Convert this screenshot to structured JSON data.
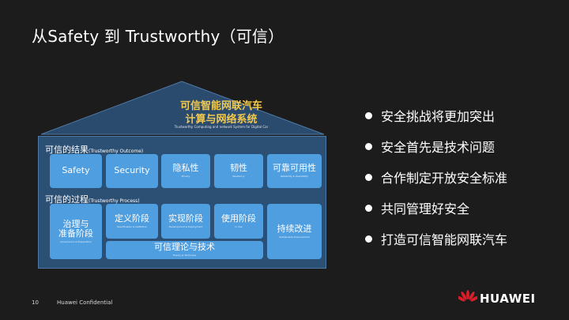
{
  "slide": {
    "title": "从Safety 到 Trustworthy（可信）",
    "page_number": "10",
    "confidential": "Huawei Confidential",
    "brand": "HUAWEI"
  },
  "diagram": {
    "roof_line1": "可信智能网联汽车",
    "roof_line2": "计算与网络系统",
    "roof_subtitle": "Trustworthy Computing and network System for Digital Car",
    "outcome_label": "可信的结果",
    "outcome_label_en": "(Trustworthy Outcome)",
    "process_label": "可信的过程",
    "process_label_en": "(Trustworthy Process)",
    "outcomes": [
      {
        "label": "Safety",
        "sub": ""
      },
      {
        "label": "Security",
        "sub": ""
      },
      {
        "label": "隐私性",
        "sub": "Privacy"
      },
      {
        "label": "韧性",
        "sub": "Resiliency"
      },
      {
        "label": "可靠可用性",
        "sub": "Reliability & Availability"
      }
    ],
    "process": {
      "prep": {
        "label": "治理与准备阶段",
        "label_l1": "治理与",
        "label_l2": "准备阶段",
        "sub": "Governance & Preparation"
      },
      "define": {
        "label": "定义阶段",
        "sub": "Specification & Definition"
      },
      "implement": {
        "label": "实现阶段",
        "sub": "Development & Deployment"
      },
      "use": {
        "label": "使用阶段",
        "sub": "In Use"
      },
      "improve": {
        "label": "持续改进",
        "sub": "Sustainable Improvement"
      },
      "theory": {
        "label": "可信理论与技术",
        "sub": "Theory & Technique"
      }
    }
  },
  "bullets": [
    "安全挑战将更加突出",
    "安全首先是技术问题",
    "合作制定开放安全标准",
    "共同管理好安全",
    "打造可信智能网联汽车"
  ],
  "colors": {
    "background": "#1c1c1c",
    "roof": "#2a4a6e",
    "box": "#4f9ee0",
    "roof_text": "#f2c94c",
    "brand_red": "#d81e28"
  }
}
